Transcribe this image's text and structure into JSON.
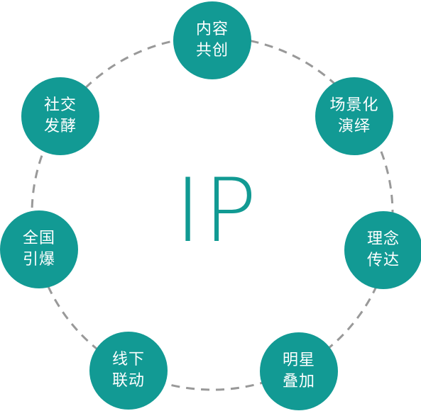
{
  "center": {
    "label": "IP"
  },
  "colors": {
    "node_fill": "#129a94",
    "center_text": "#119a93",
    "ring": "#999999",
    "background": "#ffffff"
  },
  "nodes": [
    {
      "line1": "内容",
      "line2": "共创"
    },
    {
      "line1": "场景化",
      "line2": "演绎"
    },
    {
      "line1": "理念",
      "line2": "传达"
    },
    {
      "line1": "明星",
      "line2": "叠加"
    },
    {
      "line1": "线下",
      "line2": "联动"
    },
    {
      "line1": "全国",
      "line2": "引爆"
    },
    {
      "line1": "社交",
      "line2": "发酵"
    }
  ]
}
